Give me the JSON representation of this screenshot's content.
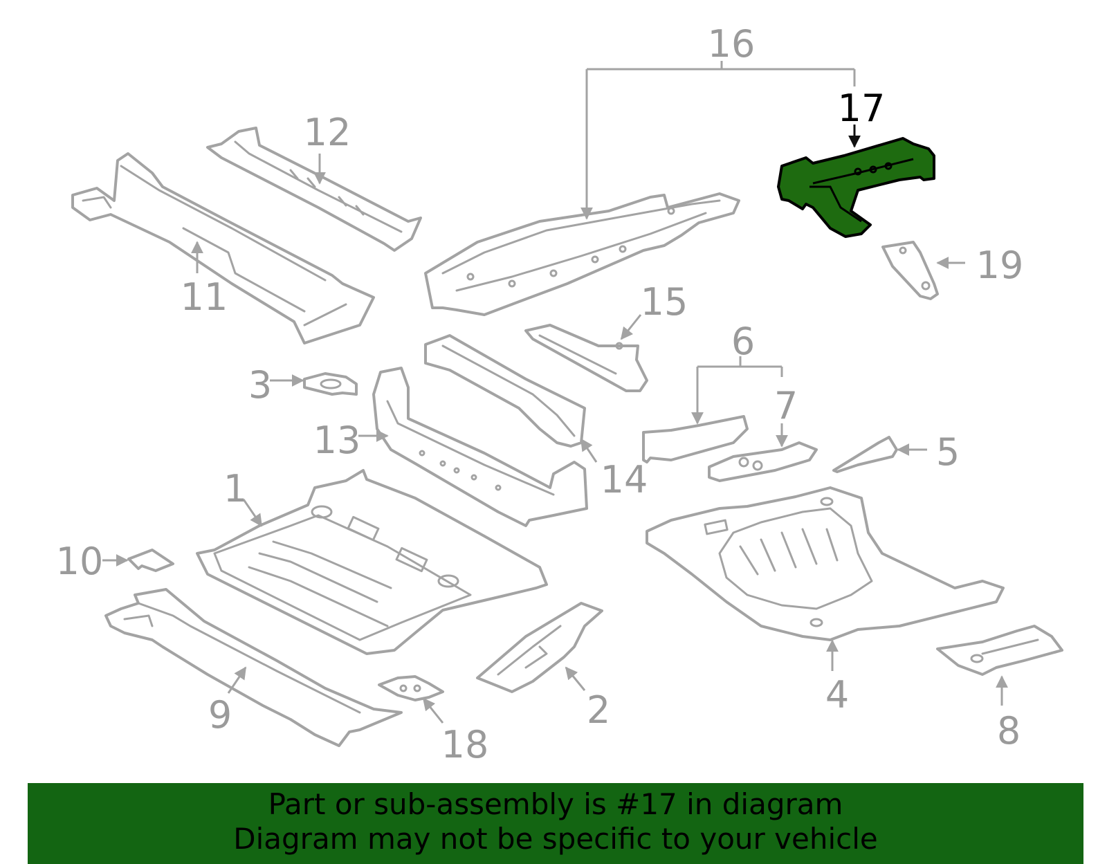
{
  "callouts": {
    "c1": "1",
    "c2": "2",
    "c3": "3",
    "c4": "4",
    "c5": "5",
    "c6": "6",
    "c7": "7",
    "c8": "8",
    "c9": "9",
    "c10": "10",
    "c11": "11",
    "c12": "12",
    "c13": "13",
    "c14": "14",
    "c15": "15",
    "c16": "16",
    "c17": "17",
    "c18": "18",
    "c19": "19"
  },
  "highlight": {
    "part": "17",
    "color": "#136512"
  },
  "banner": {
    "line1": "Part or sub-assembly is #17 in diagram",
    "line2": "Diagram may not be specific to your vehicle"
  }
}
